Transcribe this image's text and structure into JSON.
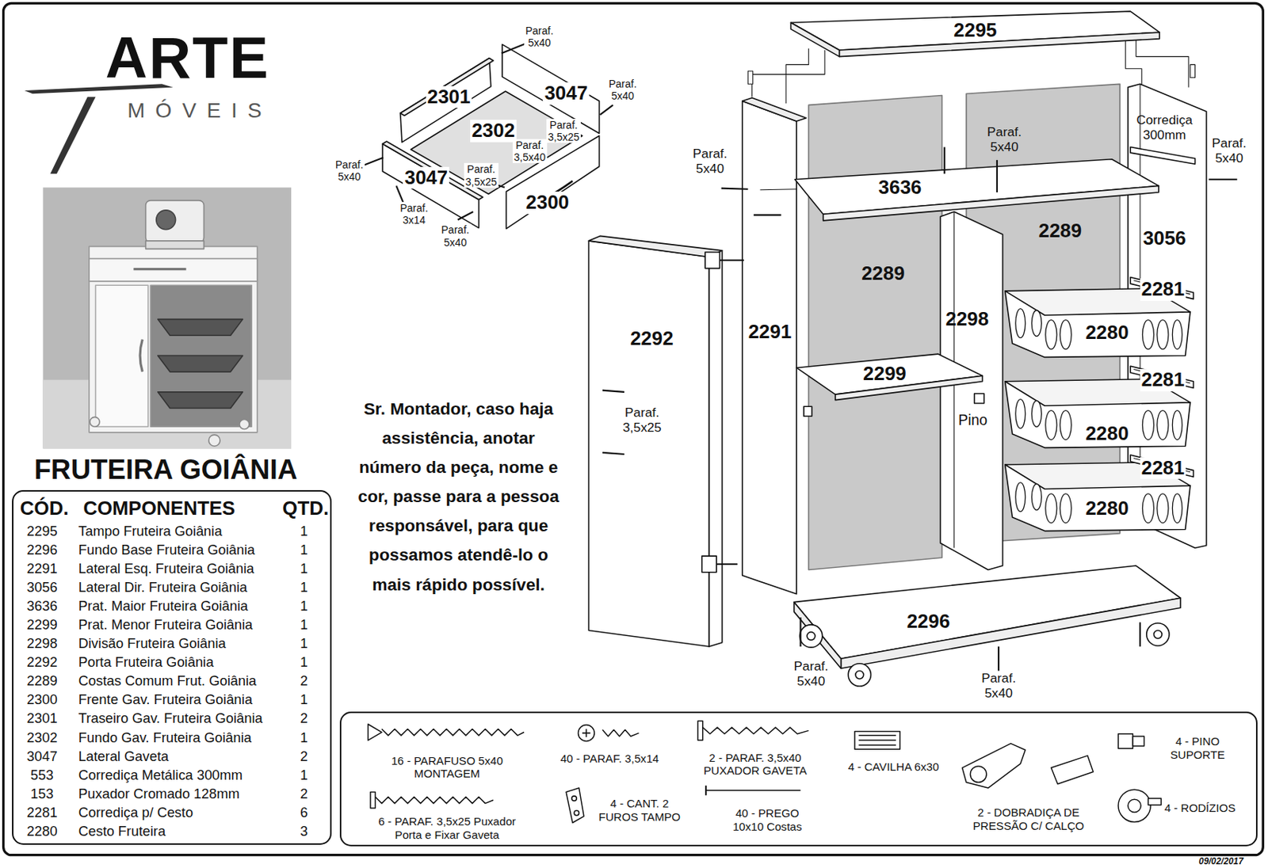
{
  "diagram": {
    "title": "FRUTEIRA GOIÂNIA",
    "nodes": [
      {
        "text": [
          "CÓD.",
          "COMPONENTES",
          "QTD."
        ]
      },
      {
        "text": [
          "16 - PARAFUSO 5x40 MONTAGEM",
          "40 - PARAF. 3,5x14",
          "2 - PARAF. 3,5x40 PUXADOR GAVETA",
          "4 - CAVILHA 6x30",
          "2 - DOBRADIÇA DE PRESSÃO C/ CALÇO",
          "4 - PINO SUPORTE",
          "6 - PARAF. 3,5x25 Puxador Porta e Fixar Gaveta",
          "4 - CANT. 2 FUROS TAMPO",
          "40 - PREGO 10x10 Costas",
          "4 - RODÍZIOS"
        ]
      }
    ],
    "labels": [
      "ARTE",
      "MÓVEIS",
      "2301",
      "3047",
      "2302",
      "3047",
      "2300",
      "Paraf. 5x40",
      "Paraf. 5x40",
      "Paraf. 3,5x25",
      "Paraf. 3,5x40",
      "Paraf. 3,5x25",
      "Paraf. 5x40",
      "Paraf. 3x14",
      "Paraf. 5x40",
      "2295",
      "Paraf. 5x40",
      "Paraf. 5x40",
      "Corrediça 300mm",
      "Paraf. 5x40",
      "3636",
      "2289",
      "3056",
      "2289",
      "2281",
      "2292",
      "2291",
      "2298",
      "2280",
      "2299",
      "2281",
      "Pino",
      "Paraf. 3,5x25",
      "2280",
      "2281",
      "2280",
      "2296",
      "Paraf. 5x40",
      "Paraf. 5x40",
      "Sr. Montador, caso haja assistência, anotar número da peça, nome e cor, passe para a pessoa responsável, para que possamos atendê-lo o mais rápido possível.",
      "2295",
      "Tampo Fruteira Goiânia",
      "1",
      "2296",
      "Fundo Base Fruteira Goiânia",
      "1",
      "2291",
      "Lateral Esq. Fruteira Goiânia",
      "1",
      "3056",
      "Lateral Dir. Fruteira Goiânia",
      "1",
      "3636",
      "Prat. Maior Fruteira Goiânia",
      "1",
      "2299",
      "Prat. Menor Fruteira Goiânia",
      "1",
      "2298",
      "Divisão Fruteira Goiânia",
      "1",
      "2292",
      "Porta Fruteira Goiânia",
      "1",
      "2289",
      "Costas Comum Frut. Goiânia",
      "2",
      "2300",
      "Frente Gav. Fruteira Goiânia",
      "1",
      "2301",
      "Traseiro Gav. Fruteira Goiânia",
      "2",
      "2302",
      "Fundo Gav. Fruteira Goiânia",
      "1",
      "3047",
      "Lateral Gaveta",
      "2",
      "553",
      "Corrediça Metálica 300mm",
      "1",
      "153",
      "Puxador Cromado 128mm",
      "2",
      "2281",
      "Corrediça p/ Cesto",
      "6",
      "2280",
      "Cesto Fruteira",
      "3",
      "09/02/2017"
    ]
  }
}
